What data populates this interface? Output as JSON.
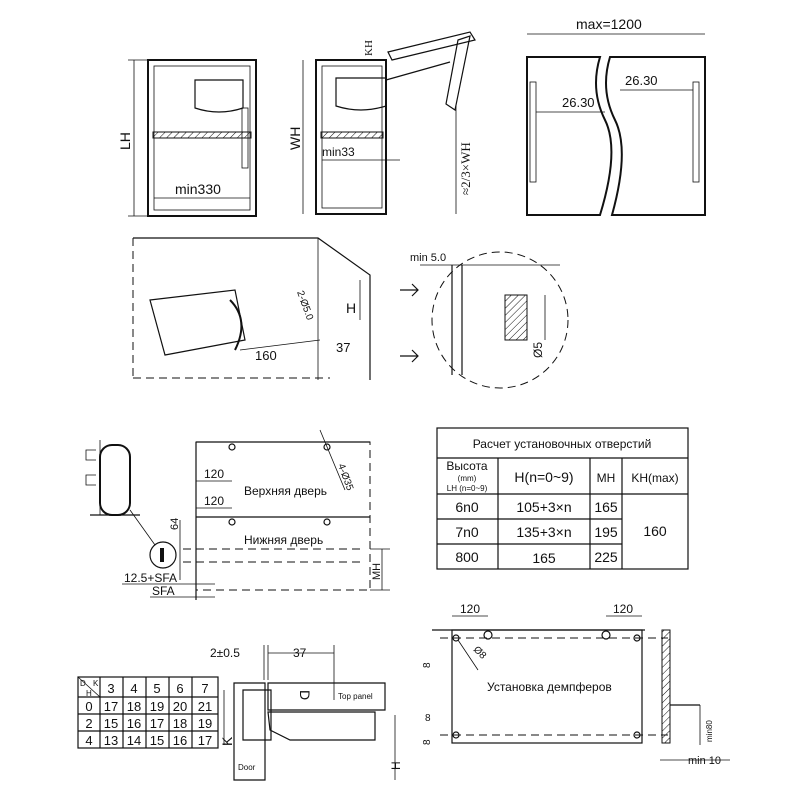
{
  "top_views": {
    "cabinet1": {
      "lh_label": "LH",
      "depth_label": "min330"
    },
    "cabinet2": {
      "wh_label": "WH",
      "kh_label": "KH",
      "min_label": "min33",
      "ratio_label": "≈2/3×WH"
    },
    "cabinet3": {
      "max_label": "max=1200",
      "left_offset": "26.30",
      "right_offset": "26.30"
    }
  },
  "perspective": {
    "holes_label": "2-Ø5.0",
    "h_label": "H",
    "dim_160": "160",
    "dim_37": "37"
  },
  "detail": {
    "min_label": "min 5.0",
    "diameter_label": "Ø5"
  },
  "hole_table": {
    "title": "Расчет установочных отверстий",
    "header_height": "Высота",
    "header_height_unit": "(mm)",
    "header_height_sub": "LH   (n=0~9)",
    "header_h": "H(n=0~9)",
    "header_mh": "MH",
    "header_kh": "KH(max)",
    "rows": [
      {
        "lh": "6n0",
        "h": "105+3×n",
        "mh": "165"
      },
      {
        "lh": "7n0",
        "h": "135+3×n",
        "mh": "195"
      },
      {
        "lh": "800",
        "h": "165",
        "mh": "225"
      }
    ],
    "kh_value": "160"
  },
  "door_template": {
    "upper_door": "Верхняя дверь",
    "lower_door": "Нижняя дверь",
    "offset_upper": "120",
    "offset_lower": "120",
    "holes_label": "4-Ø35",
    "dim_64": "64",
    "sfa_plus": "12.5+SFA",
    "sfa": "SFA",
    "mh_label": "MH"
  },
  "dk_table": {
    "corner_d": "D",
    "corner_k": "K",
    "corner_h": "H",
    "columns": [
      "3",
      "4",
      "5",
      "6",
      "7"
    ],
    "rows": [
      {
        "h": "0",
        "values": [
          "17",
          "18",
          "19",
          "20",
          "21"
        ]
      },
      {
        "h": "2",
        "values": [
          "15",
          "16",
          "17",
          "18",
          "19"
        ]
      },
      {
        "h": "4",
        "values": [
          "13",
          "14",
          "15",
          "16",
          "17"
        ]
      }
    ]
  },
  "hinge_detail": {
    "gap_label": "2±0.5",
    "dim_37": "37",
    "d_label": "D",
    "k_label": "K",
    "h_label": "H",
    "top_panel": "Top panel",
    "door": "Door"
  },
  "damper": {
    "title": "Установка демпферов",
    "left_120": "120",
    "right_120": "120",
    "hole_label": "Ø8",
    "dim_8_top": "8",
    "dim_8_mid": "8",
    "dim_8_bottom": "8",
    "min80": "min80",
    "min10": "min 10"
  }
}
